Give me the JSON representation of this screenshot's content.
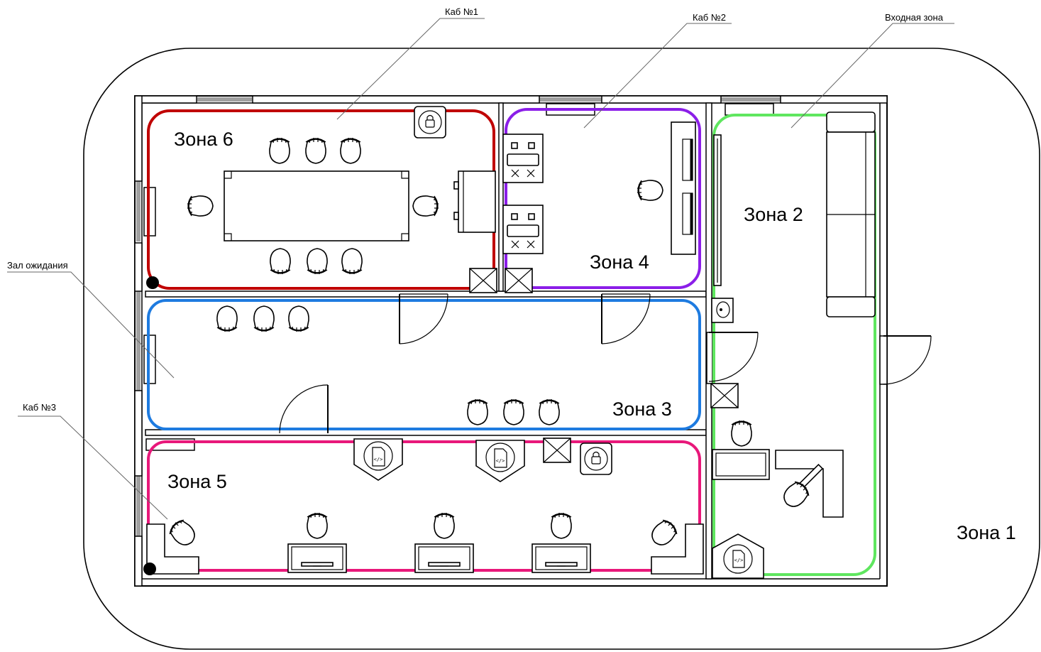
{
  "zones": {
    "z1": "Зона 1",
    "z2": "Зона 2",
    "z3": "Зона 3",
    "z4": "Зона 4",
    "z5": "Зона 5",
    "z6": "Зона 6"
  },
  "callouts": {
    "cab1": "Каб №1",
    "cab2": "Каб №2",
    "entry": "Входная зона",
    "waiting": "Зал ожидания",
    "cab3": "Каб №3"
  },
  "colors": {
    "zone6": "#c00000",
    "zone4": "#8b1ee8",
    "zone3": "#1e7be0",
    "zone5": "#e8187a",
    "zone2": "#5fe65f"
  },
  "icons": [
    "lock-icon",
    "code-file-icon",
    "chair-icon",
    "desk-icon",
    "door-icon",
    "window-icon",
    "sofa-icon",
    "sink-icon",
    "stove-icon",
    "monitor-icon"
  ]
}
